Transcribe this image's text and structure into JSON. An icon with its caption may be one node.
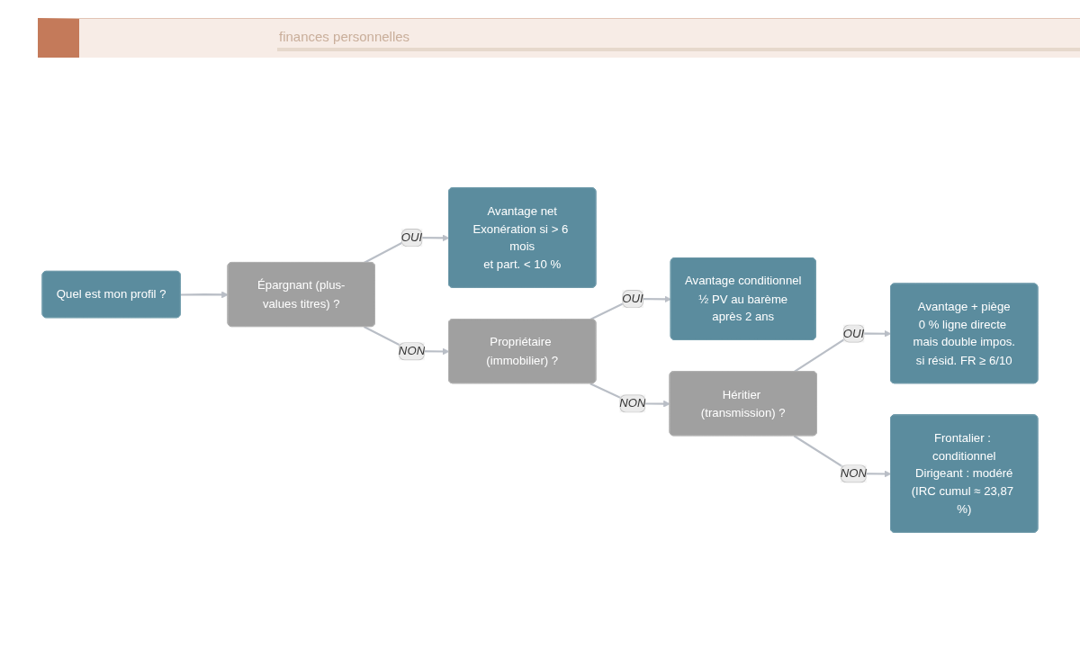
{
  "diagram": {
    "nodes": [
      {
        "text": [
          "Quel est mon profil ?"
        ]
      },
      {
        "text": [
          "Épargnant (plus-values titres) ?"
        ]
      },
      {
        "text": [
          "Avantage net",
          "Exonération si > 6 mois",
          "et part. < 10 %"
        ]
      },
      {
        "text": [
          "Propriétaire (immobilier) ?"
        ]
      },
      {
        "text": [
          "Avantage conditionnel",
          "½ PV au barème",
          "après 2 ans"
        ]
      },
      {
        "text": [
          "Héritier (transmission) ?"
        ]
      },
      {
        "text": [
          "Avantage + piège",
          "0 % ligne directe mais double impos.",
          "si résid. FR ≥ 6/10"
        ]
      },
      {
        "text": [
          "Frontalier : conditionnel",
          "Dirigeant : modéré",
          "(IRC cumul ≈ 23,87 %)"
        ]
      }
    ],
    "edges": [
      {
        "from": 0,
        "to": 1,
        "arrow": "to"
      },
      {
        "from": 1,
        "to": 2,
        "arrow": "to",
        "label": "OUI"
      },
      {
        "from": 1,
        "to": 3,
        "arrow": "to",
        "label": "NON"
      },
      {
        "from": 3,
        "to": 4,
        "arrow": "to",
        "label": "OUI"
      },
      {
        "from": 3,
        "to": 5,
        "arrow": "to",
        "label": "NON"
      },
      {
        "from": 5,
        "to": 6,
        "arrow": "to",
        "label": "OUI"
      },
      {
        "from": 5,
        "to": 7,
        "arrow": "to",
        "label": "NON"
      }
    ],
    "labels": [
      "finances personnelles"
    ]
  }
}
